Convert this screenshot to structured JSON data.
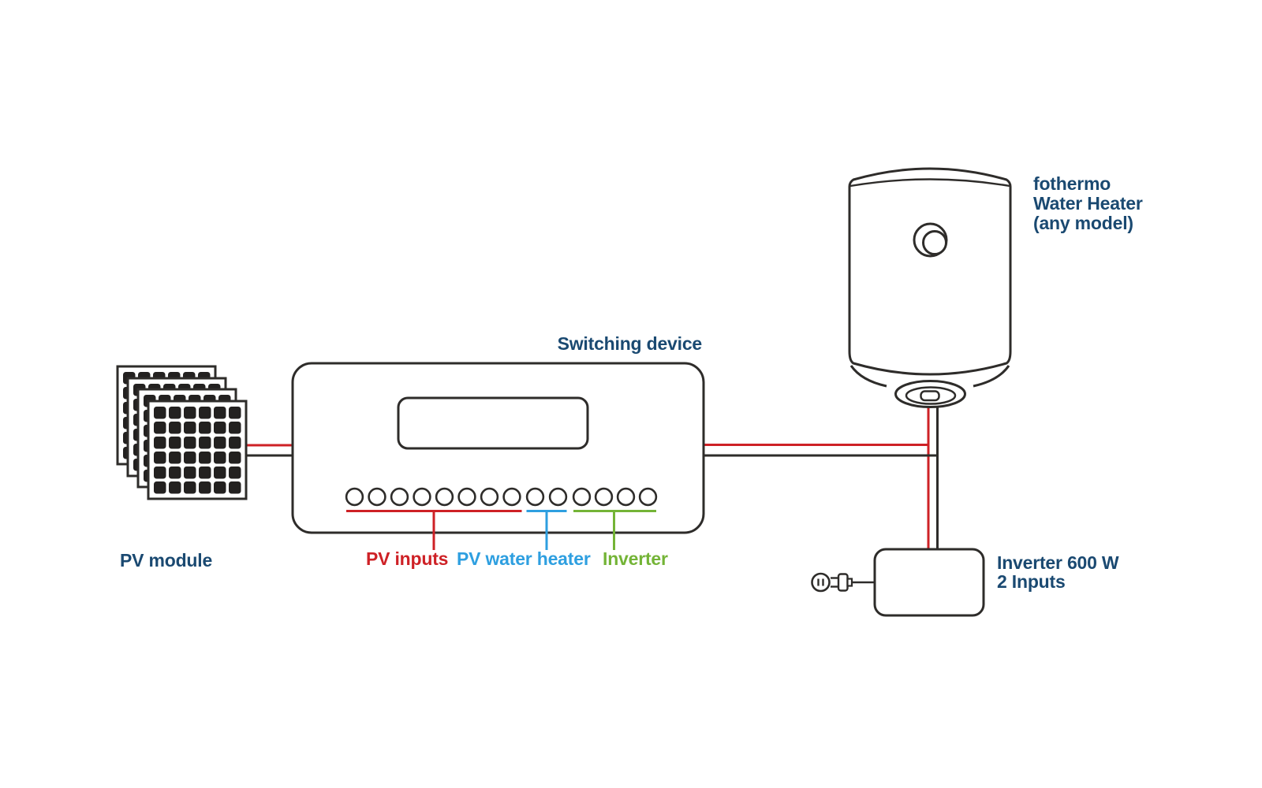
{
  "diagram": {
    "pv_module": {
      "label": "PV module",
      "panel_count": 4
    },
    "switching_device": {
      "label": "Switching device",
      "port_groups": [
        {
          "label": "PV inputs",
          "ports": 8,
          "color": "#ce2126"
        },
        {
          "label": "PV water heater",
          "ports": 2,
          "color": "#2e9fe0"
        },
        {
          "label": "Inverter",
          "ports": 4,
          "color": "#74b437"
        }
      ]
    },
    "water_heater": {
      "label_lines": [
        "fothermo",
        "Water Heater",
        "(any model)"
      ]
    },
    "inverter": {
      "label_lines": [
        "Inverter 600 W",
        "2 Inputs"
      ]
    },
    "colors": {
      "outline": "#2e2c2a",
      "wire_positive_red": "#ce2126",
      "label_navy": "#1a4971",
      "group_blue": "#2e9fe0",
      "group_green": "#74b437"
    }
  }
}
